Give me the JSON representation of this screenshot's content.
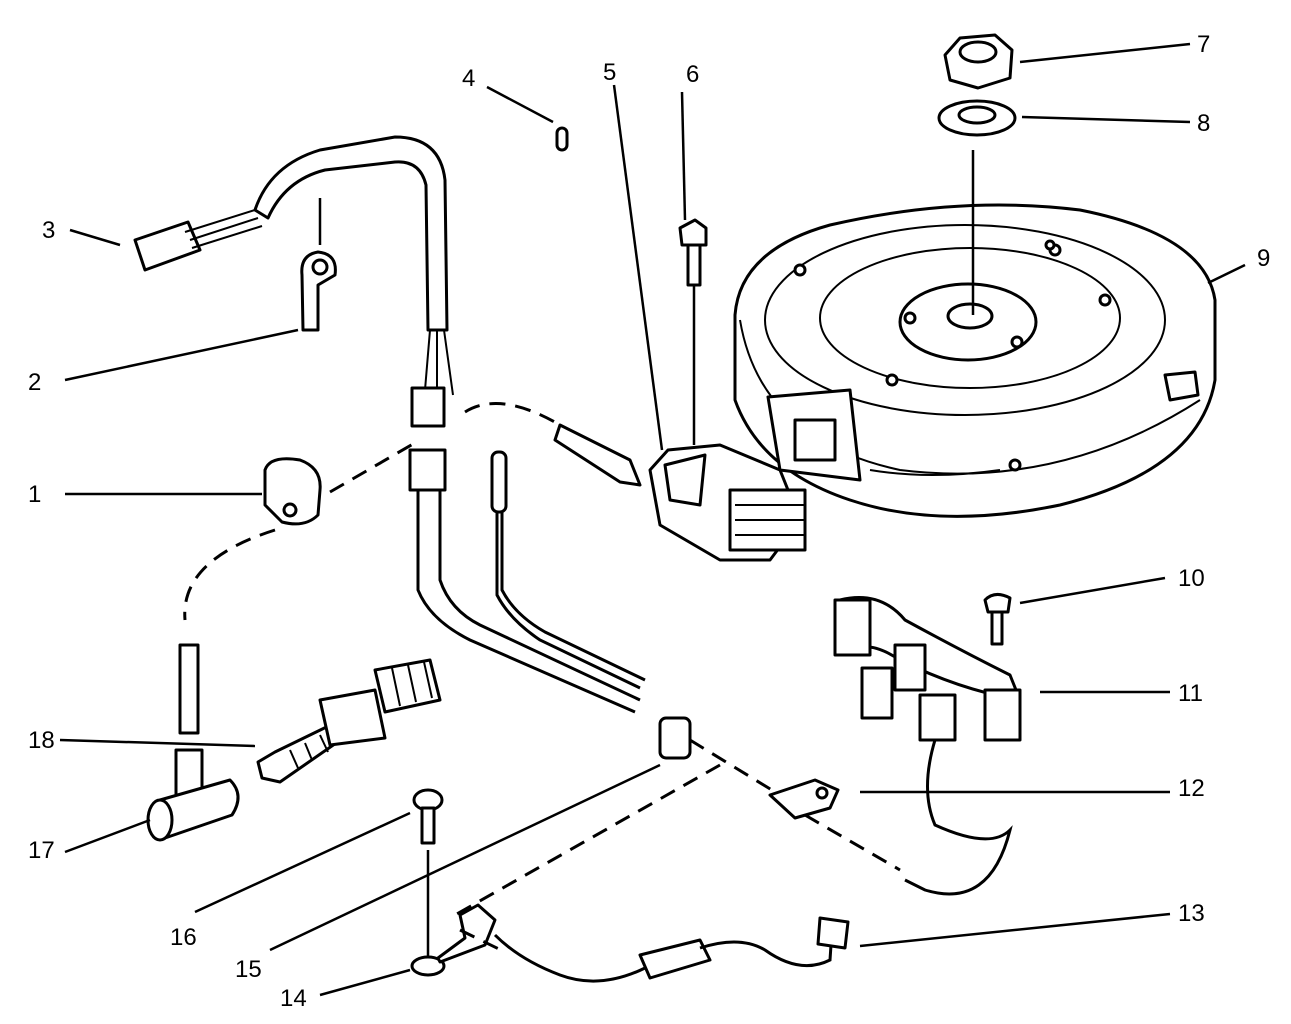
{
  "callouts": [
    {
      "id": "1",
      "label": "1"
    },
    {
      "id": "2",
      "label": "2"
    },
    {
      "id": "3",
      "label": "3"
    },
    {
      "id": "4",
      "label": "4"
    },
    {
      "id": "5",
      "label": "5"
    },
    {
      "id": "6",
      "label": "6"
    },
    {
      "id": "7",
      "label": "7"
    },
    {
      "id": "8",
      "label": "8"
    },
    {
      "id": "9",
      "label": "9"
    },
    {
      "id": "10",
      "label": "10"
    },
    {
      "id": "11",
      "label": "11"
    },
    {
      "id": "12",
      "label": "12"
    },
    {
      "id": "13",
      "label": "13"
    },
    {
      "id": "14",
      "label": "14"
    },
    {
      "id": "15",
      "label": "15"
    },
    {
      "id": "16",
      "label": "16"
    },
    {
      "id": "17",
      "label": "17"
    },
    {
      "id": "18",
      "label": "18"
    }
  ],
  "colors": {
    "ink": "#000000",
    "paper": "#ffffff"
  }
}
